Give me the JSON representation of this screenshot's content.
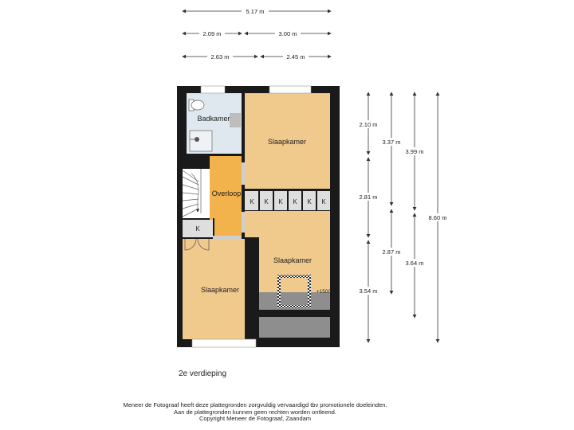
{
  "dimensions": {
    "total_width": "5.17 m",
    "row2": [
      "2.09 m",
      "3.00 m"
    ],
    "row3": [
      "2.63 m",
      "2.45 m"
    ],
    "vertical_col1": [
      "2.10 m",
      "2.81 m",
      "3.54 m"
    ],
    "vertical_col2": [
      "3.37 m",
      "2.87 m"
    ],
    "vertical_col3": [
      "3.99 m",
      "3.64 m"
    ],
    "vertical_col4": "8.60 m"
  },
  "rooms": {
    "bathroom": "Badkamer",
    "bedroom_top_right": "Slaapkamer",
    "landing": "Overloop",
    "bedroom_middle_right": "Slaapkamer",
    "bedroom_bottom_left": "Slaapkamer",
    "closet_left": "K",
    "closets_row": [
      "K",
      "K",
      "K",
      "K",
      "K",
      "K"
    ],
    "height_note": "+1500"
  },
  "floor_label": "2e verdieping",
  "footer": [
    "Meneer de Fotograaf heeft deze plattegronden zorgvuldig vervaardigd tbv promotionele doeleinden.",
    "Aan de plattegronden kunnen geen rechten worden ontleend.",
    "Copyright Meneer de Fotograaf, Zaandam"
  ],
  "colors": {
    "wall": "#1a1a1a",
    "bedroom_floor": "#f0c98c",
    "landing_floor": "#f2b24c",
    "bathroom_floor": "#dfe8ef",
    "stair_floor": "#ffffff",
    "closet_floor": "#dedede",
    "dark_strip": "#8e8e8e",
    "dimension_line": "#333333"
  }
}
